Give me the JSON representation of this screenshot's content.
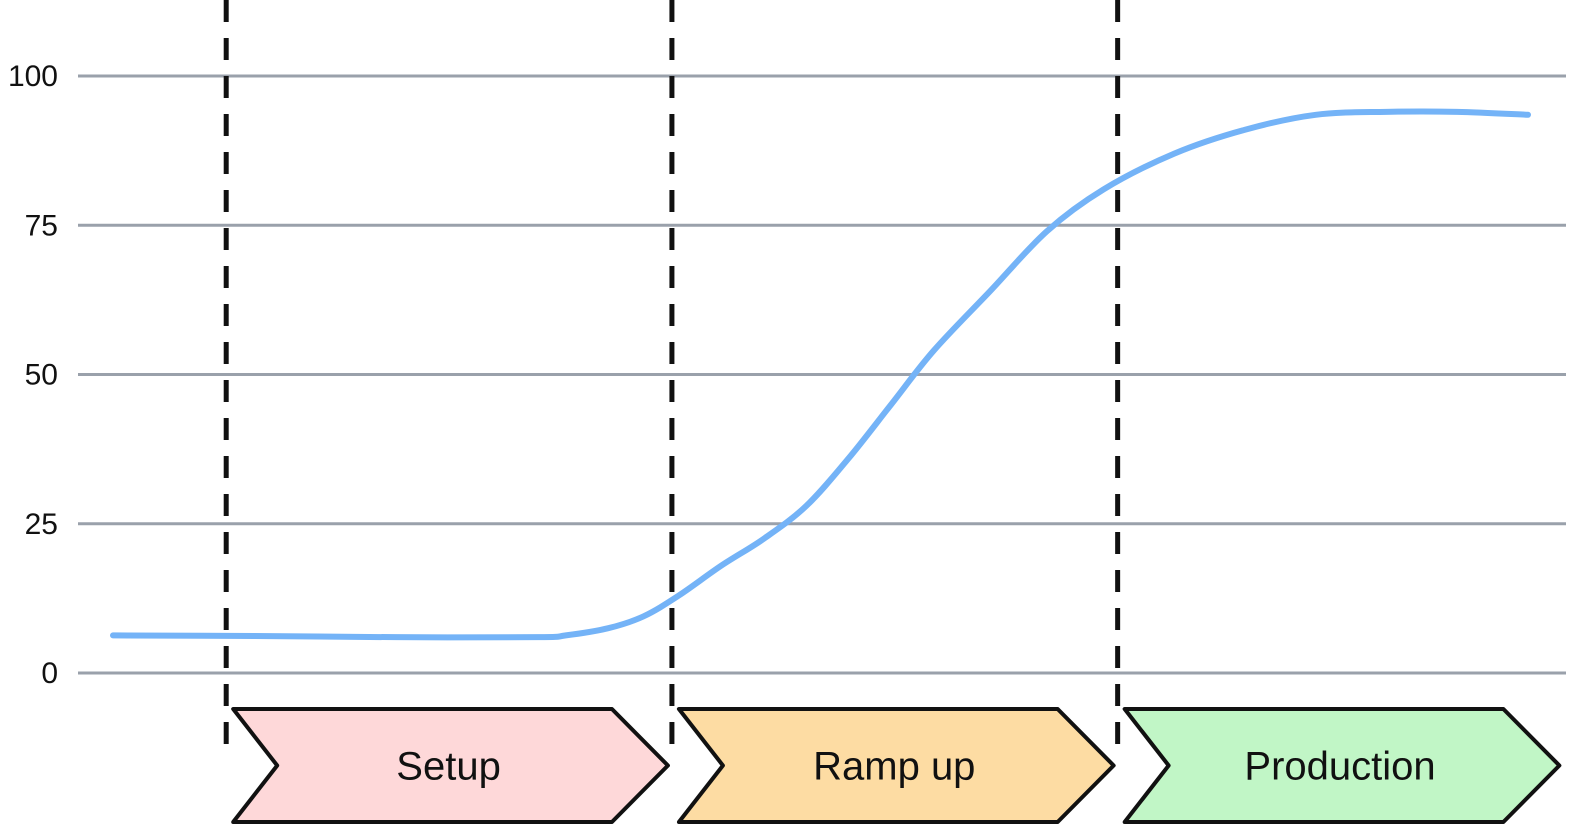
{
  "chart_data": {
    "type": "line",
    "title": "",
    "xlabel": "",
    "ylabel": "",
    "ylim": [
      0,
      100
    ],
    "yticks": [
      0,
      25,
      50,
      75,
      100
    ],
    "xlim": [
      0,
      100
    ],
    "grid": true,
    "line_color": "#74b3f7",
    "series": [
      {
        "x": [
          0,
          10,
          20,
          30,
          32,
          35,
          37.5,
          40,
          43,
          46,
          49,
          52,
          55,
          58,
          62,
          66,
          70,
          75,
          80,
          85,
          90,
          95,
          100
        ],
        "values": [
          6.3,
          6.2,
          6.0,
          6.0,
          6.3,
          7.5,
          9.5,
          13,
          18,
          22.5,
          28,
          36,
          45,
          54,
          64,
          74,
          81,
          87,
          91,
          93.5,
          94,
          94,
          93.5
        ]
      }
    ],
    "phase_boundaries": [
      8,
      39.5,
      71
    ],
    "phases": [
      {
        "label": "Setup",
        "start": 8,
        "end": 39.5,
        "color": "#fed8d9"
      },
      {
        "label": "Ramp up",
        "start": 39.5,
        "end": 71,
        "color": "#fddca3"
      },
      {
        "label": "Production",
        "start": 71,
        "end": 102.5,
        "color": "#c1f6c6"
      }
    ]
  }
}
